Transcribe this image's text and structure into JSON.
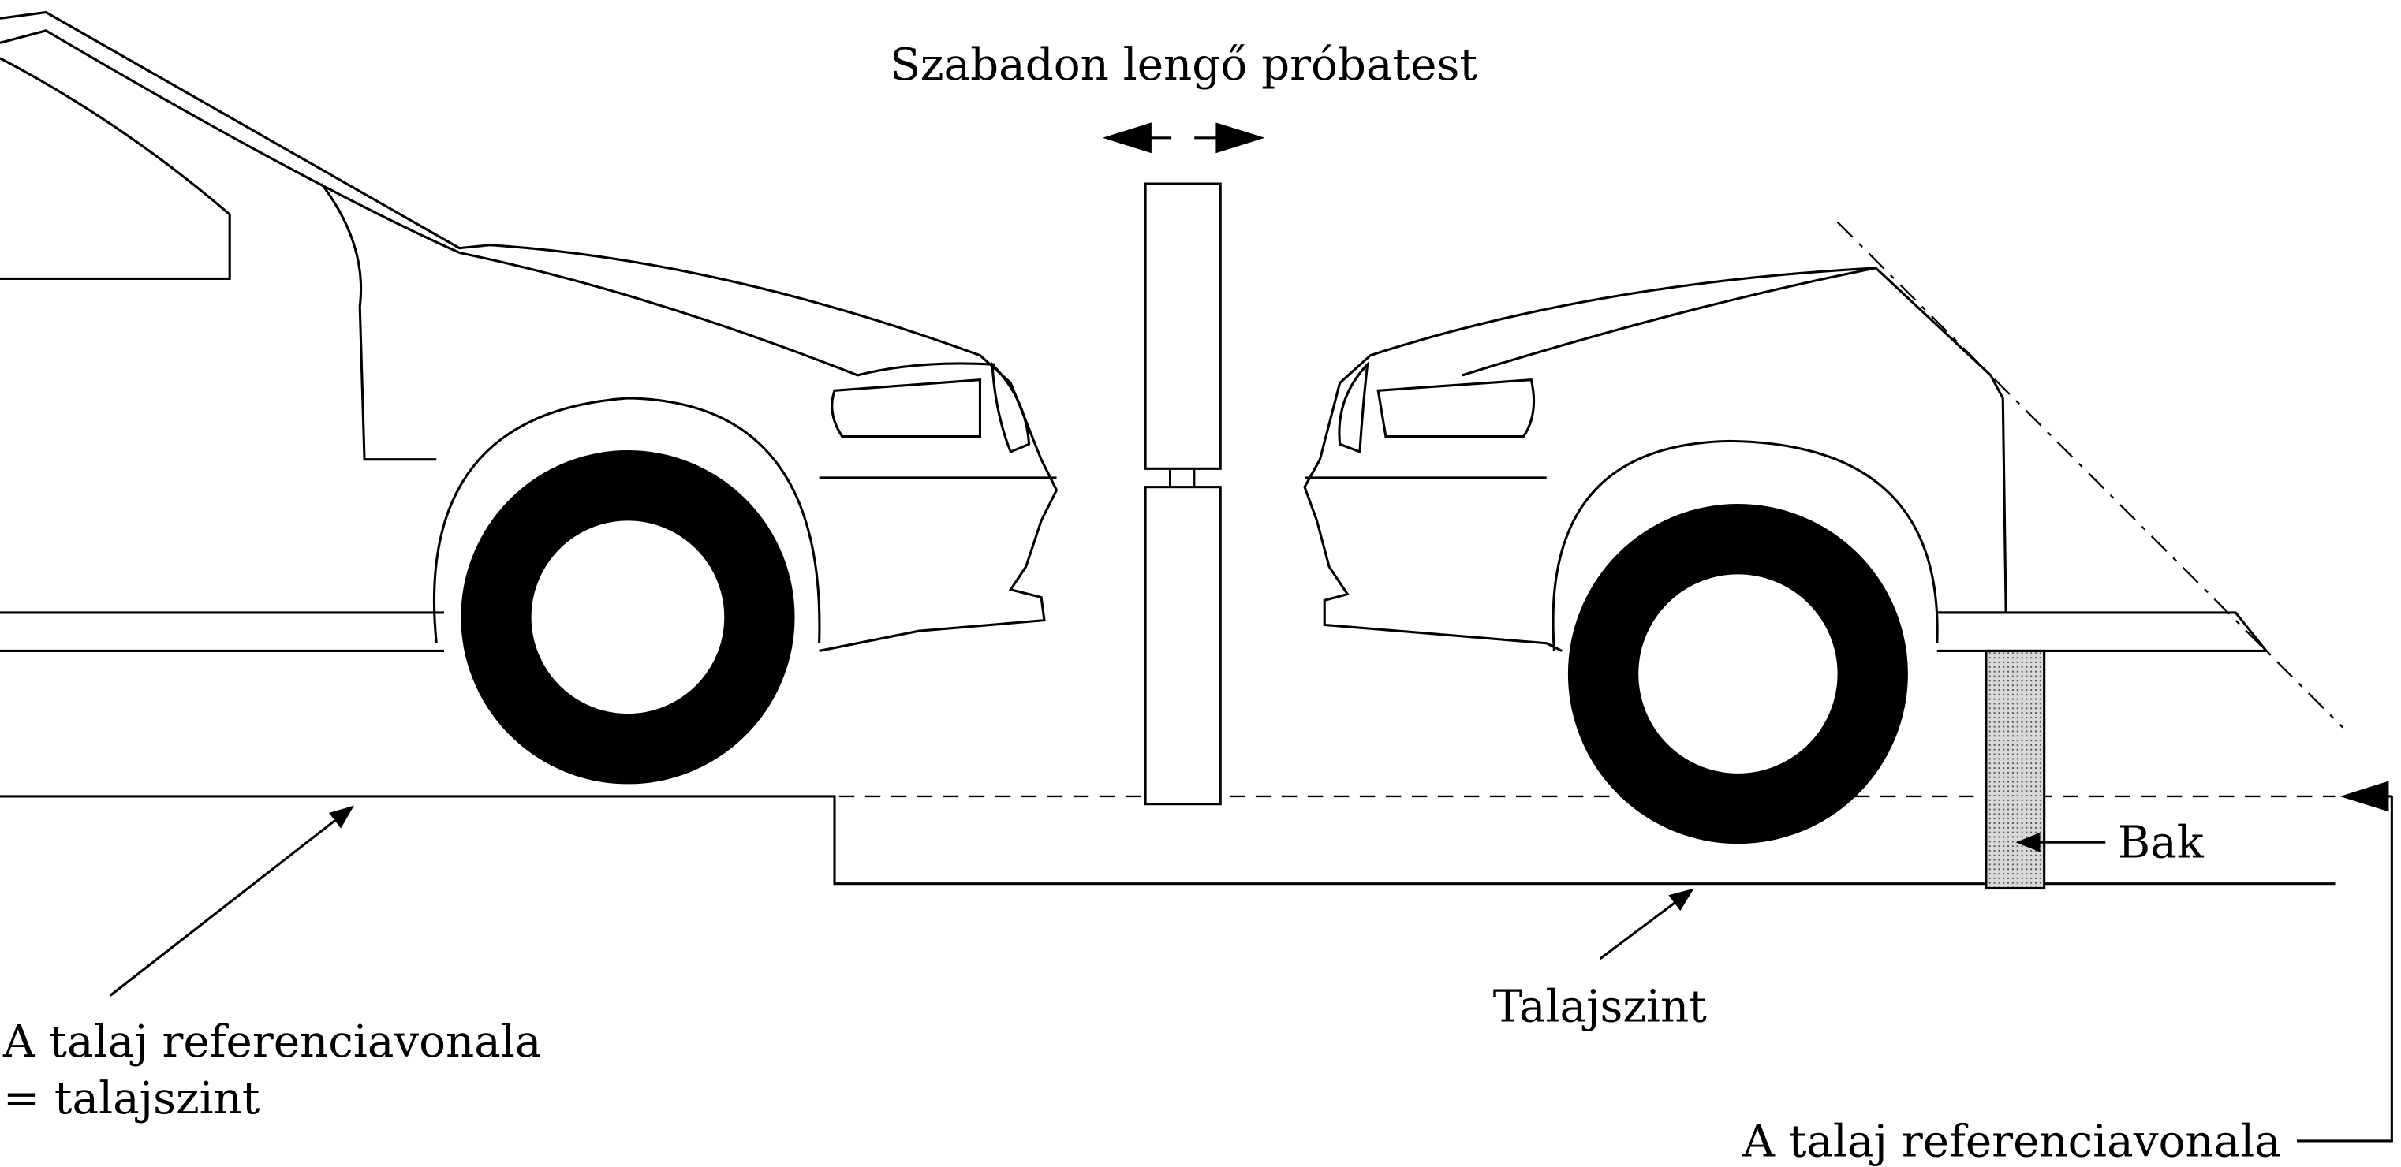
{
  "labels": {
    "test_body": "Szabadon lengő próbatest",
    "ground_reference_left_1": "A talaj referenciavonala",
    "ground_reference_left_2": "= talajszint",
    "ground_level": "Talajszint",
    "stand": "Bak",
    "ground_reference_right": "A talaj referenciavonala"
  },
  "colors": {
    "line": "#000000",
    "background": "#ffffff",
    "stand_fill": "#bdbdbd"
  }
}
